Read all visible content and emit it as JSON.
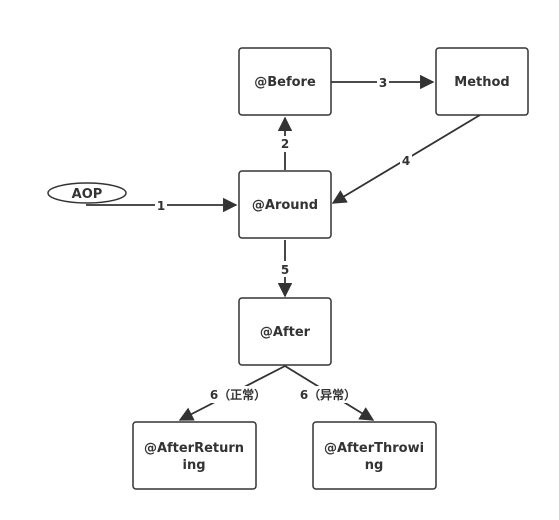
{
  "diagram": {
    "nodes": {
      "aop": {
        "label": "AOP"
      },
      "before": {
        "label": "@Before"
      },
      "method": {
        "label": "Method"
      },
      "around": {
        "label": "@Around"
      },
      "after": {
        "label": "@After"
      },
      "after_returning": {
        "label_line1": "@AfterReturn",
        "label_line2": "ing"
      },
      "after_throwing": {
        "label_line1": "@AfterThrowi",
        "label_line2": "ng"
      }
    },
    "edges": {
      "e1": {
        "label": "1"
      },
      "e2": {
        "label": "2"
      },
      "e3": {
        "label": "3"
      },
      "e4": {
        "label": "4"
      },
      "e5": {
        "label": "5"
      },
      "e6_normal": {
        "label": "6（正常）"
      },
      "e6_exception": {
        "label": "6（异常）"
      }
    },
    "colors": {
      "stroke": "#333333",
      "fill": "#ffffff"
    }
  }
}
